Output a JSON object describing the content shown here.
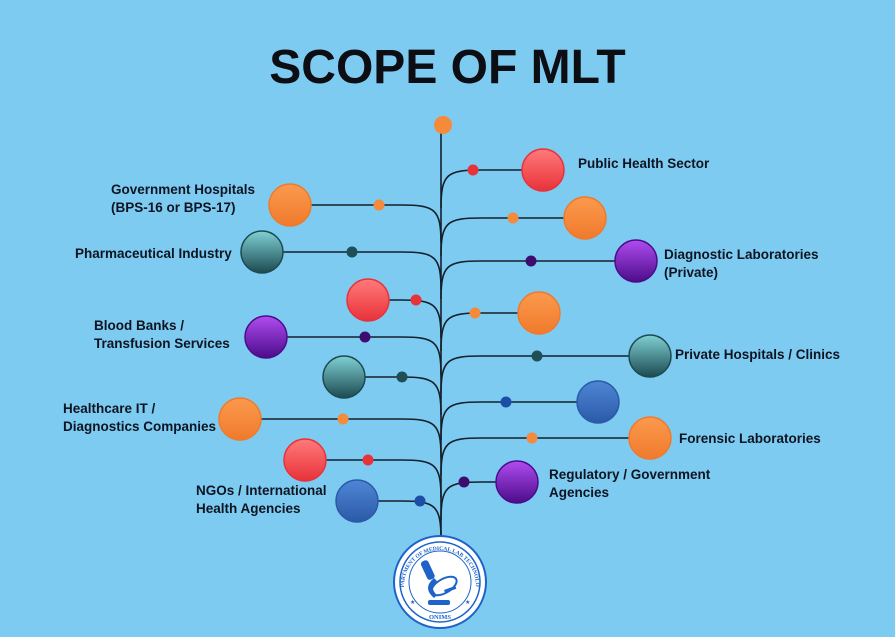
{
  "title": "SCOPE OF MLT",
  "palette": {
    "background": "#7dcbf0",
    "red": "#ef4444",
    "orange": "#f58a3a",
    "teal": "#2a5d63",
    "purple": "#6b1fb8",
    "blue": "#3266b8",
    "line": "#16202c"
  },
  "labels": {
    "public_health": "Public Health Sector",
    "gov_hospitals_1": "Government Hospitals",
    "gov_hospitals_2": "(BPS-16 or BPS-17)",
    "pharma": "Pharmaceutical Industry",
    "diag_labs_1": "Diagnostic Laboratories",
    "diag_labs_2": "(Private)",
    "blood_banks_1": "Blood Banks /",
    "blood_banks_2": "Transfusion Services",
    "private_hospitals": "Private Hospitals / Clinics",
    "healthcare_it_1": "Healthcare IT /",
    "healthcare_it_2": "Diagnostics Companies",
    "forensic": "Forensic Laboratories",
    "regulatory_1": "Regulatory / Government",
    "regulatory_2": "Agencies",
    "ngos_1": "NGOs / International",
    "ngos_2": "Health Agencies"
  },
  "logo": {
    "ring_text": "DEPARTMENT OF MEDICAL LAB TECHNOLOGY",
    "bottom_text": "ONIMS",
    "icon": "microscope-icon"
  }
}
